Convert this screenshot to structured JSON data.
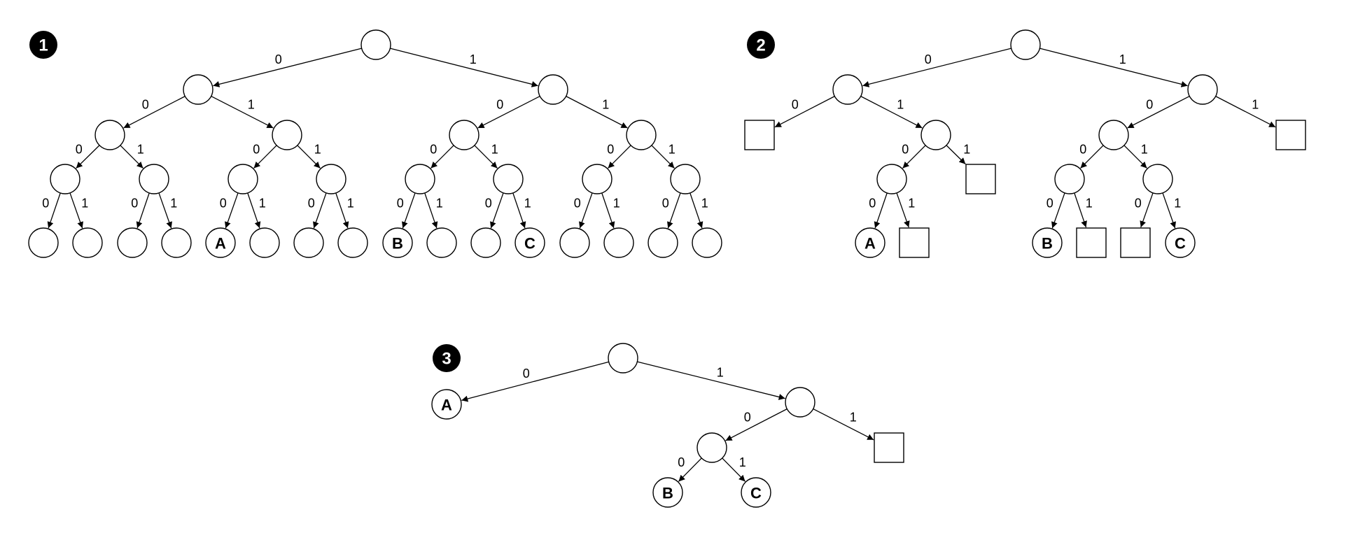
{
  "diagrams": [
    {
      "id": "tree-1",
      "badge": "1",
      "nodes": [
        {
          "id": "r",
          "kind": "circle",
          "label": ""
        },
        {
          "id": "n0",
          "kind": "circle",
          "label": ""
        },
        {
          "id": "n1",
          "kind": "circle",
          "label": ""
        },
        {
          "id": "n00",
          "kind": "circle",
          "label": ""
        },
        {
          "id": "n01",
          "kind": "circle",
          "label": ""
        },
        {
          "id": "n10",
          "kind": "circle",
          "label": ""
        },
        {
          "id": "n11",
          "kind": "circle",
          "label": ""
        },
        {
          "id": "n000",
          "kind": "circle",
          "label": ""
        },
        {
          "id": "n001",
          "kind": "circle",
          "label": ""
        },
        {
          "id": "n010",
          "kind": "circle",
          "label": ""
        },
        {
          "id": "n011",
          "kind": "circle",
          "label": ""
        },
        {
          "id": "n100",
          "kind": "circle",
          "label": ""
        },
        {
          "id": "n101",
          "kind": "circle",
          "label": ""
        },
        {
          "id": "n110",
          "kind": "circle",
          "label": ""
        },
        {
          "id": "n111",
          "kind": "circle",
          "label": ""
        },
        {
          "id": "n0000",
          "kind": "circle",
          "label": ""
        },
        {
          "id": "n0001",
          "kind": "circle",
          "label": ""
        },
        {
          "id": "n0010",
          "kind": "circle",
          "label": ""
        },
        {
          "id": "n0011",
          "kind": "circle",
          "label": ""
        },
        {
          "id": "n0100",
          "kind": "circle",
          "label": "A"
        },
        {
          "id": "n0101",
          "kind": "circle",
          "label": ""
        },
        {
          "id": "n0110",
          "kind": "circle",
          "label": ""
        },
        {
          "id": "n0111",
          "kind": "circle",
          "label": ""
        },
        {
          "id": "n1000",
          "kind": "circle",
          "label": "B"
        },
        {
          "id": "n1001",
          "kind": "circle",
          "label": ""
        },
        {
          "id": "n1010",
          "kind": "circle",
          "label": ""
        },
        {
          "id": "n1011",
          "kind": "circle",
          "label": "C"
        },
        {
          "id": "n1100",
          "kind": "circle",
          "label": ""
        },
        {
          "id": "n1101",
          "kind": "circle",
          "label": ""
        },
        {
          "id": "n1110",
          "kind": "circle",
          "label": ""
        },
        {
          "id": "n1111",
          "kind": "circle",
          "label": ""
        }
      ],
      "edges": [
        {
          "from": "r",
          "to": "n0",
          "label": "0"
        },
        {
          "from": "r",
          "to": "n1",
          "label": "1"
        },
        {
          "from": "n0",
          "to": "n00",
          "label": "0"
        },
        {
          "from": "n0",
          "to": "n01",
          "label": "1"
        },
        {
          "from": "n1",
          "to": "n10",
          "label": "0"
        },
        {
          "from": "n1",
          "to": "n11",
          "label": "1"
        },
        {
          "from": "n00",
          "to": "n000",
          "label": "0"
        },
        {
          "from": "n00",
          "to": "n001",
          "label": "1"
        },
        {
          "from": "n01",
          "to": "n010",
          "label": "0"
        },
        {
          "from": "n01",
          "to": "n011",
          "label": "1"
        },
        {
          "from": "n10",
          "to": "n100",
          "label": "0"
        },
        {
          "from": "n10",
          "to": "n101",
          "label": "1"
        },
        {
          "from": "n11",
          "to": "n110",
          "label": "0"
        },
        {
          "from": "n11",
          "to": "n111",
          "label": "1"
        },
        {
          "from": "n000",
          "to": "n0000",
          "label": "0"
        },
        {
          "from": "n000",
          "to": "n0001",
          "label": "1"
        },
        {
          "from": "n001",
          "to": "n0010",
          "label": "0"
        },
        {
          "from": "n001",
          "to": "n0011",
          "label": "1"
        },
        {
          "from": "n010",
          "to": "n0100",
          "label": "0"
        },
        {
          "from": "n010",
          "to": "n0101",
          "label": "1"
        },
        {
          "from": "n011",
          "to": "n0110",
          "label": "0"
        },
        {
          "from": "n011",
          "to": "n0111",
          "label": "1"
        },
        {
          "from": "n100",
          "to": "n1000",
          "label": "0"
        },
        {
          "from": "n100",
          "to": "n1001",
          "label": "1"
        },
        {
          "from": "n101",
          "to": "n1010",
          "label": "0"
        },
        {
          "from": "n101",
          "to": "n1011",
          "label": "1"
        },
        {
          "from": "n110",
          "to": "n1100",
          "label": "0"
        },
        {
          "from": "n110",
          "to": "n1101",
          "label": "1"
        },
        {
          "from": "n111",
          "to": "n1110",
          "label": "0"
        },
        {
          "from": "n111",
          "to": "n1111",
          "label": "1"
        }
      ]
    },
    {
      "id": "tree-2",
      "badge": "2",
      "nodes": [
        {
          "id": "r",
          "kind": "circle",
          "label": ""
        },
        {
          "id": "n0",
          "kind": "circle",
          "label": ""
        },
        {
          "id": "n1",
          "kind": "circle",
          "label": ""
        },
        {
          "id": "n00",
          "kind": "square",
          "label": ""
        },
        {
          "id": "n01",
          "kind": "circle",
          "label": ""
        },
        {
          "id": "n10",
          "kind": "circle",
          "label": ""
        },
        {
          "id": "n11",
          "kind": "square",
          "label": ""
        },
        {
          "id": "n010",
          "kind": "circle",
          "label": ""
        },
        {
          "id": "n011",
          "kind": "square",
          "label": ""
        },
        {
          "id": "n100",
          "kind": "circle",
          "label": ""
        },
        {
          "id": "n101",
          "kind": "circle",
          "label": ""
        },
        {
          "id": "n0100",
          "kind": "circle",
          "label": "A"
        },
        {
          "id": "n0101",
          "kind": "square",
          "label": ""
        },
        {
          "id": "n1000",
          "kind": "circle",
          "label": "B"
        },
        {
          "id": "n1001",
          "kind": "square",
          "label": ""
        },
        {
          "id": "n1010",
          "kind": "square",
          "label": ""
        },
        {
          "id": "n1011",
          "kind": "circle",
          "label": "C"
        }
      ],
      "edges": [
        {
          "from": "r",
          "to": "n0",
          "label": "0"
        },
        {
          "from": "r",
          "to": "n1",
          "label": "1"
        },
        {
          "from": "n0",
          "to": "n00",
          "label": "0"
        },
        {
          "from": "n0",
          "to": "n01",
          "label": "1"
        },
        {
          "from": "n1",
          "to": "n10",
          "label": "0"
        },
        {
          "from": "n1",
          "to": "n11",
          "label": "1"
        },
        {
          "from": "n01",
          "to": "n010",
          "label": "0"
        },
        {
          "from": "n01",
          "to": "n011",
          "label": "1"
        },
        {
          "from": "n10",
          "to": "n100",
          "label": "0"
        },
        {
          "from": "n10",
          "to": "n101",
          "label": "1"
        },
        {
          "from": "n010",
          "to": "n0100",
          "label": "0"
        },
        {
          "from": "n010",
          "to": "n0101",
          "label": "1"
        },
        {
          "from": "n100",
          "to": "n1000",
          "label": "0"
        },
        {
          "from": "n100",
          "to": "n1001",
          "label": "1"
        },
        {
          "from": "n101",
          "to": "n1010",
          "label": "0"
        },
        {
          "from": "n101",
          "to": "n1011",
          "label": "1"
        }
      ]
    },
    {
      "id": "tree-3",
      "badge": "3",
      "nodes": [
        {
          "id": "r",
          "kind": "circle",
          "label": ""
        },
        {
          "id": "a",
          "kind": "circle",
          "label": "A"
        },
        {
          "id": "n1",
          "kind": "circle",
          "label": ""
        },
        {
          "id": "n10",
          "kind": "circle",
          "label": ""
        },
        {
          "id": "n11",
          "kind": "square",
          "label": ""
        },
        {
          "id": "b",
          "kind": "circle",
          "label": "B"
        },
        {
          "id": "c",
          "kind": "circle",
          "label": "C"
        }
      ],
      "edges": [
        {
          "from": "r",
          "to": "a",
          "label": "0"
        },
        {
          "from": "r",
          "to": "n1",
          "label": "1"
        },
        {
          "from": "n1",
          "to": "n10",
          "label": "0"
        },
        {
          "from": "n1",
          "to": "n11",
          "label": "1"
        },
        {
          "from": "n10",
          "to": "b",
          "label": "0"
        },
        {
          "from": "n10",
          "to": "c",
          "label": "1"
        }
      ]
    }
  ]
}
